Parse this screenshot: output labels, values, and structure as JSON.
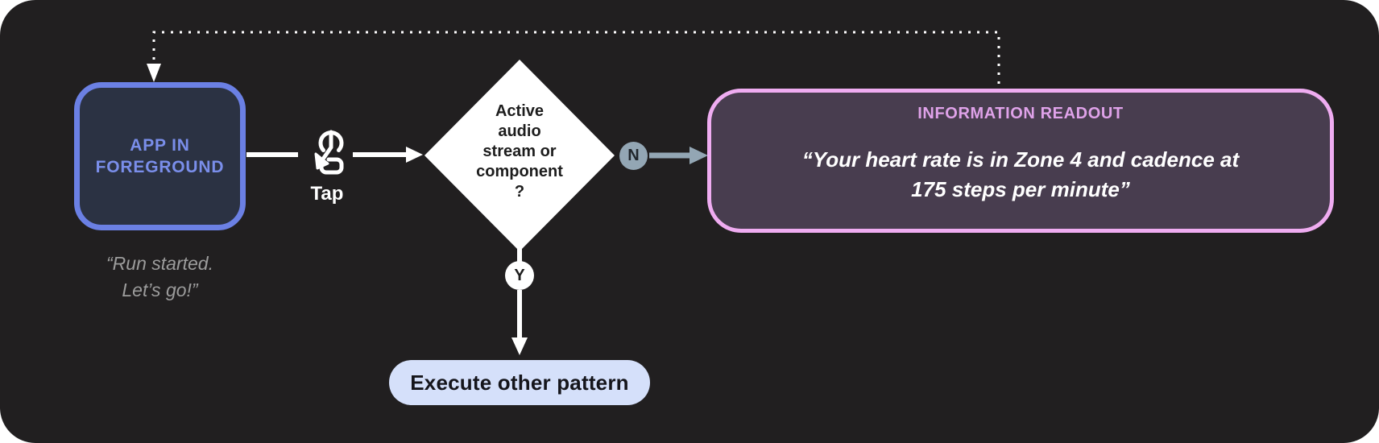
{
  "diagram": {
    "app_node": {
      "label_lines": [
        "APP IN",
        "FOREGROUND"
      ],
      "caption_lines": [
        "“Run started.",
        "Let’s go!”"
      ]
    },
    "tap": {
      "label": "Tap"
    },
    "decision_node": {
      "label_lines": [
        "Active",
        "audio",
        "stream or",
        "component",
        "?"
      ]
    },
    "branch_no": {
      "label": "N"
    },
    "branch_yes": {
      "label": "Y"
    },
    "readout_node": {
      "title": "INFORMATION READOUT",
      "quote_lines": [
        "“Your heart rate is in Zone 4 and cadence at",
        "175 steps per minute”"
      ]
    },
    "execute_node": {
      "label": "Execute other pattern"
    }
  },
  "icons": {
    "tap_gesture": "tap-gesture-icon",
    "arrowheads": "solid triangle",
    "feedback_loop_style": "dotted"
  },
  "colors": {
    "canvas_bg": "#ffffff",
    "card_bg": "#211f20",
    "app_border": "#6b80e4",
    "app_fill": "#2b3243",
    "app_text": "#7a8eea",
    "caption_text": "#9c9c9c",
    "connector_white": "#ffffff",
    "diamond_fill": "#ffffff",
    "diamond_text": "#1d1d1d",
    "branch_no_fill": "#93a6b4",
    "readout_border": "#efacf1",
    "readout_fill": "#483d4f",
    "readout_title": "#dfa2e9",
    "quote_text": "#ffffff",
    "execute_fill": "#d5e0fa",
    "execute_text": "#15151b"
  }
}
